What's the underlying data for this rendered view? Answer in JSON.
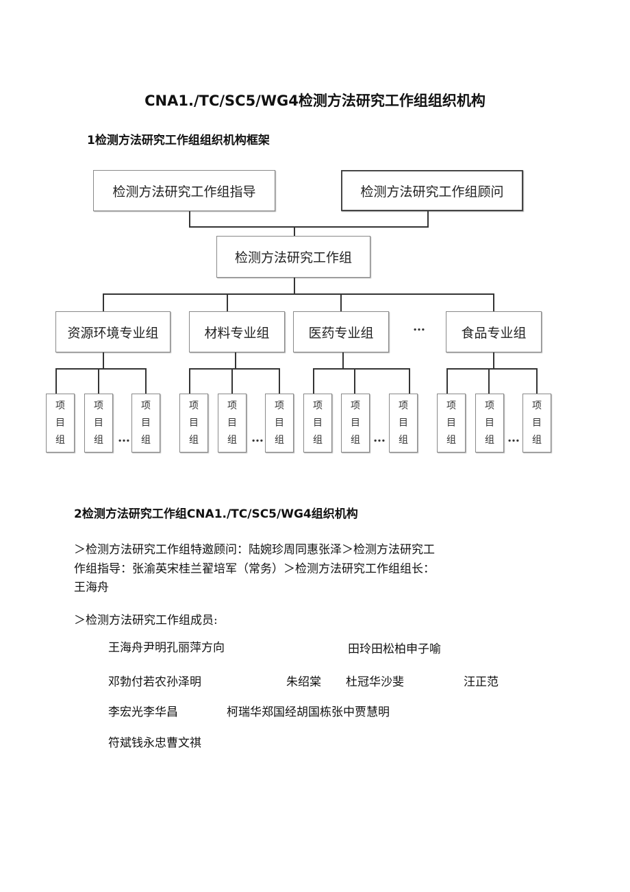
{
  "title": "CNA1./TC/SC5/WG4检测方法研究工作组组织机构",
  "section1": {
    "heading": "1检测方法研究工作组组织机构框架",
    "chart": {
      "guide": "检测方法研究工作组指导",
      "advisor": "检测方法研究工作组顾问",
      "working_group": "检测方法研究工作组",
      "groups": [
        "资源环境专业组",
        "材料专业组",
        "医药专业组",
        "食品专业组"
      ],
      "groups_ellipsis": "…",
      "project_chars": [
        "项",
        "目",
        "组"
      ],
      "project_ellipsis": "…"
    }
  },
  "section2": {
    "heading": "2检测方法研究工作组CNA1./TC/SC5/WG4组织机构",
    "para_lines": [
      "＞检测方法研究工作组特邀顾问：陆婉珍周同惠张泽＞检测方法研究工",
      "作组指导：张渝英宋桂兰翟培军（常务）＞检测方法研究工作组组长：",
      "王海舟"
    ],
    "members_label": "＞检测方法研究工作组成员:",
    "members": [
      "王海舟尹明孔丽萍方向",
      "田玲田松柏申子喻",
      "邓勃付若农孙泽明",
      "朱绍棠",
      "杜冠华沙斐",
      "汪正范",
      "李宏光李华昌",
      "柯瑞华郑国经胡国栋张中贾慧明",
      "符斌钱永忠曹文祺"
    ]
  }
}
